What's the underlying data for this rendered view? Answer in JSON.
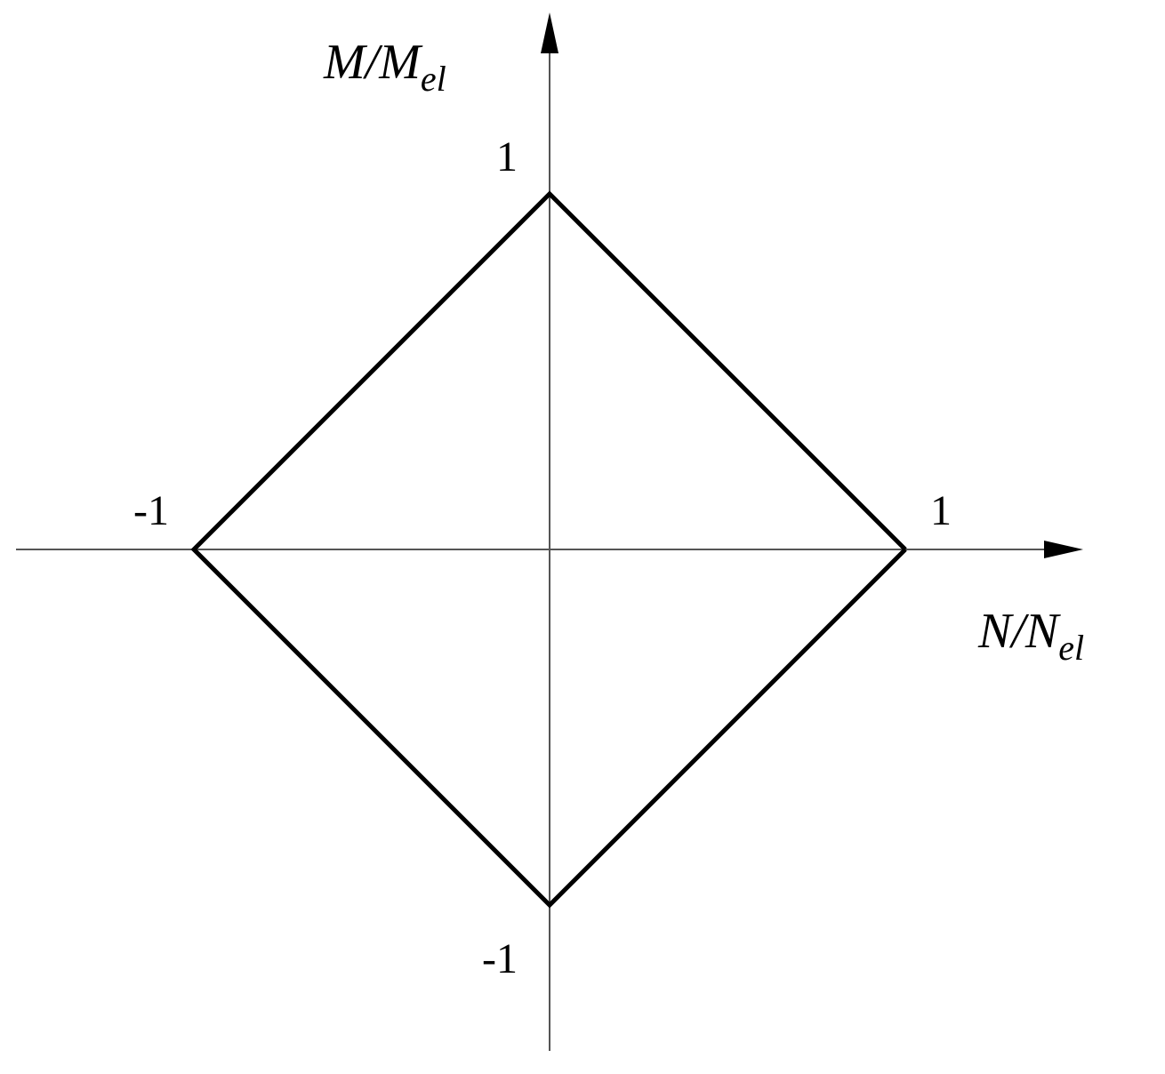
{
  "chart_data": {
    "type": "line",
    "x_axis_label": {
      "main": "N/N",
      "sub": "el"
    },
    "y_axis_label": {
      "main": "M/M",
      "sub": "el"
    },
    "xlim": [
      -1.5,
      1.5
    ],
    "ylim": [
      -1.5,
      1.5
    ],
    "grid": false,
    "series": [
      {
        "x": [
          1,
          0,
          -1,
          0,
          1
        ],
        "y": [
          0,
          1,
          0,
          -1,
          0
        ]
      }
    ],
    "x_ticks": [
      {
        "value": -1,
        "label": "-1"
      },
      {
        "value": 1,
        "label": "1"
      }
    ],
    "y_ticks": [
      {
        "value": 1,
        "label": "1"
      },
      {
        "value": -1,
        "label": "-1"
      }
    ],
    "colors": {
      "line": "#000000",
      "axis": "#555555"
    }
  }
}
